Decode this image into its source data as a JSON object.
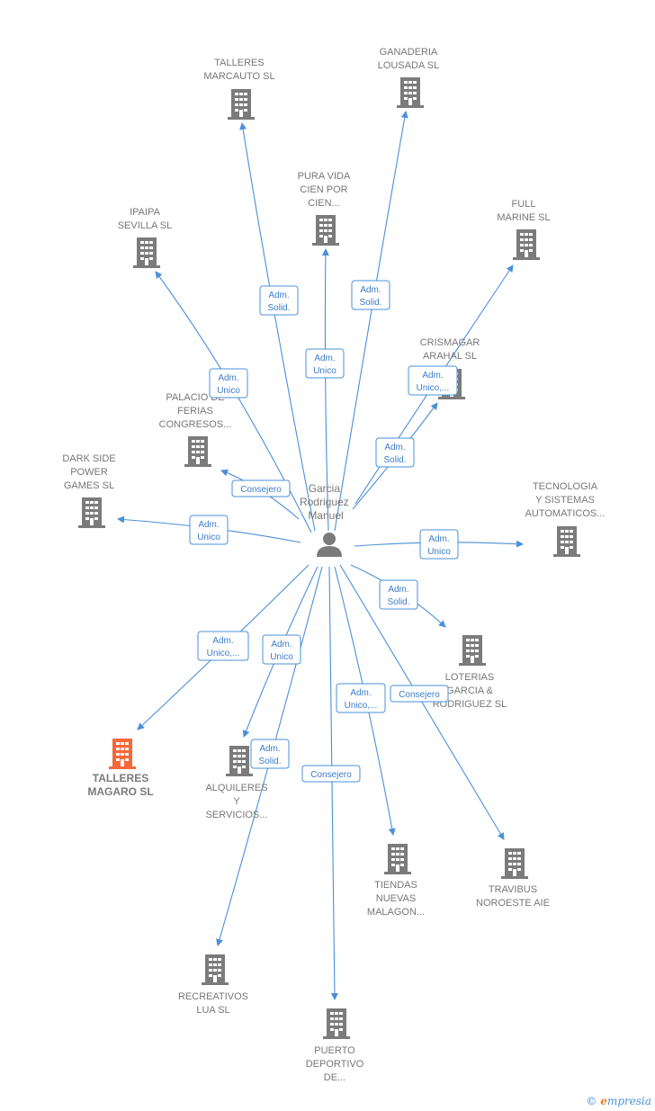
{
  "center": {
    "name_lines": [
      "Garcia",
      "Rodriguez",
      "Manuel"
    ]
  },
  "companies": [
    {
      "id": "talleres-marcauto",
      "lines": [
        "TALLERES",
        "MARCAUTO SL"
      ],
      "highlight": false
    },
    {
      "id": "ganaderia-lousada",
      "lines": [
        "GANADERIA",
        "LOUSADA SL"
      ],
      "highlight": false
    },
    {
      "id": "pura-vida",
      "lines": [
        "PURA VIDA",
        "CIEN POR",
        "CIEN..."
      ],
      "highlight": false
    },
    {
      "id": "ipaipa-sevilla",
      "lines": [
        "IPAIPA",
        "SEVILLA SL"
      ],
      "highlight": false
    },
    {
      "id": "full-marine",
      "lines": [
        "FULL",
        "MARINE SL"
      ],
      "highlight": false
    },
    {
      "id": "crismagar-arahal",
      "lines": [
        "CRISMAGAR",
        "ARAHAL SL"
      ],
      "highlight": false
    },
    {
      "id": "palacio-ferias",
      "lines": [
        "PALACIO DE",
        "FERIAS",
        "CONGRESOS..."
      ],
      "highlight": false
    },
    {
      "id": "dark-side",
      "lines": [
        "DARK SIDE",
        "POWER",
        "GAMES SL"
      ],
      "highlight": false
    },
    {
      "id": "tecnologia-sistemas",
      "lines": [
        "TECNOLOGIA",
        "Y SISTEMAS",
        "AUTOMATICOS..."
      ],
      "highlight": false
    },
    {
      "id": "loterias-garcia",
      "lines": [
        "LOTERIAS",
        "GARCIA &",
        "RODRIGUEZ SL"
      ],
      "highlight": false
    },
    {
      "id": "talleres-magaro",
      "lines": [
        "TALLERES",
        "MAGARO SL"
      ],
      "highlight": true
    },
    {
      "id": "alquileres-servicios",
      "lines": [
        "ALQUILERES",
        "Y",
        "SERVICIOS..."
      ],
      "highlight": false
    },
    {
      "id": "tiendas-nuevas",
      "lines": [
        "TIENDAS",
        "NUEVAS",
        "MALAGON..."
      ],
      "highlight": false
    },
    {
      "id": "travibus",
      "lines": [
        "TRAVIBUS",
        "NOROESTE AIE"
      ],
      "highlight": false
    },
    {
      "id": "recreativos-lua",
      "lines": [
        "RECREATIVOS",
        "LUA SL"
      ],
      "highlight": false
    },
    {
      "id": "puerto-deportivo",
      "lines": [
        "PUERTO",
        "DEPORTIVO",
        "DE..."
      ],
      "highlight": false
    }
  ],
  "relations": [
    {
      "target": "talleres-marcauto",
      "lines": [
        "Adm.",
        "Solid."
      ]
    },
    {
      "target": "ganaderia-lousada",
      "lines": [
        "Adm.",
        "Solid."
      ]
    },
    {
      "target": "pura-vida",
      "lines": [
        "Adm.",
        "Unico"
      ]
    },
    {
      "target": "ipaipa-sevilla",
      "lines": [
        "Adm.",
        "Unico"
      ]
    },
    {
      "target": "full-marine",
      "lines": [
        "Adm.",
        "Unico,..."
      ]
    },
    {
      "target": "crismagar-arahal",
      "lines": [
        "Adm.",
        "Solid."
      ]
    },
    {
      "target": "palacio-ferias",
      "lines": [
        "Consejero"
      ]
    },
    {
      "target": "dark-side",
      "lines": [
        "Adm.",
        "Unico"
      ]
    },
    {
      "target": "tecnologia-sistemas",
      "lines": [
        "Adm.",
        "Unico"
      ]
    },
    {
      "target": "loterias-garcia",
      "lines": [
        "Adm.",
        "Solid."
      ]
    },
    {
      "target": "talleres-magaro",
      "lines": [
        "Adm.",
        "Unico,..."
      ]
    },
    {
      "target": "alquileres-servicios",
      "lines": [
        "Adm.",
        "Unico"
      ]
    },
    {
      "target": "tiendas-nuevas",
      "lines": [
        "Adm.",
        "Unico,..."
      ]
    },
    {
      "target": "travibus",
      "lines": [
        "Consejero"
      ]
    },
    {
      "target": "recreativos-lua",
      "lines": [
        "Adm.",
        "Solid."
      ]
    },
    {
      "target": "puerto-deportivo",
      "lines": [
        "Consejero"
      ]
    }
  ],
  "colors": {
    "edge": "#4a90d9",
    "building": "#7b7b7b",
    "highlight": "#f26a3a",
    "text": "#777777"
  },
  "icons": {
    "company": "building-icon",
    "person": "person-icon"
  },
  "watermark": {
    "copyright": "©",
    "brand_initial": "e",
    "brand_rest": "mpresia"
  }
}
